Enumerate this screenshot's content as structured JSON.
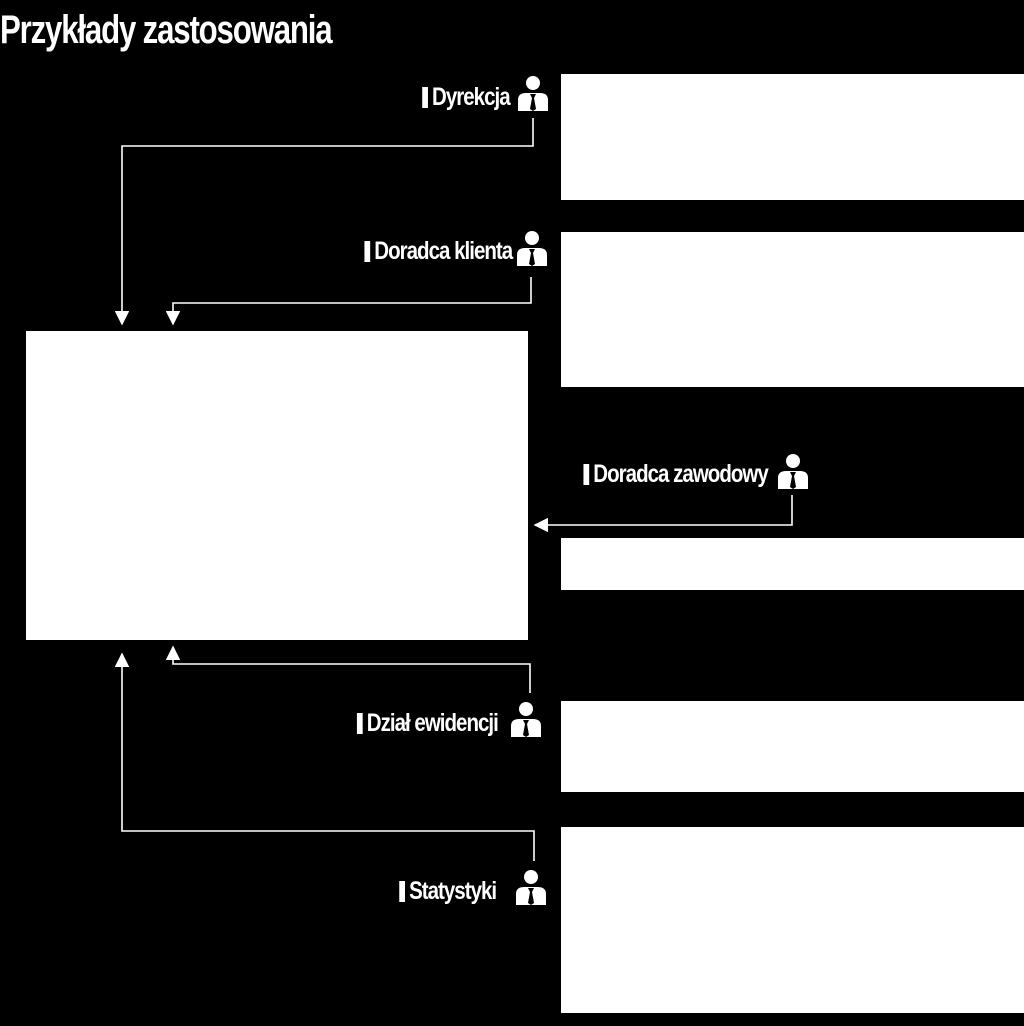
{
  "title": "Przykłady zastosowania",
  "roles": [
    {
      "label": "Dyrekcja",
      "icon": "person-icon"
    },
    {
      "label": "Doradca klienta",
      "icon": "person-icon"
    },
    {
      "label": "Doradca zawodowy",
      "icon": "person-icon"
    },
    {
      "label": "Dział ewidencji",
      "icon": "person-icon"
    },
    {
      "label": "Statystyki",
      "icon": "person-icon"
    }
  ],
  "colors": {
    "background": "#000000",
    "foreground": "#ffffff"
  }
}
